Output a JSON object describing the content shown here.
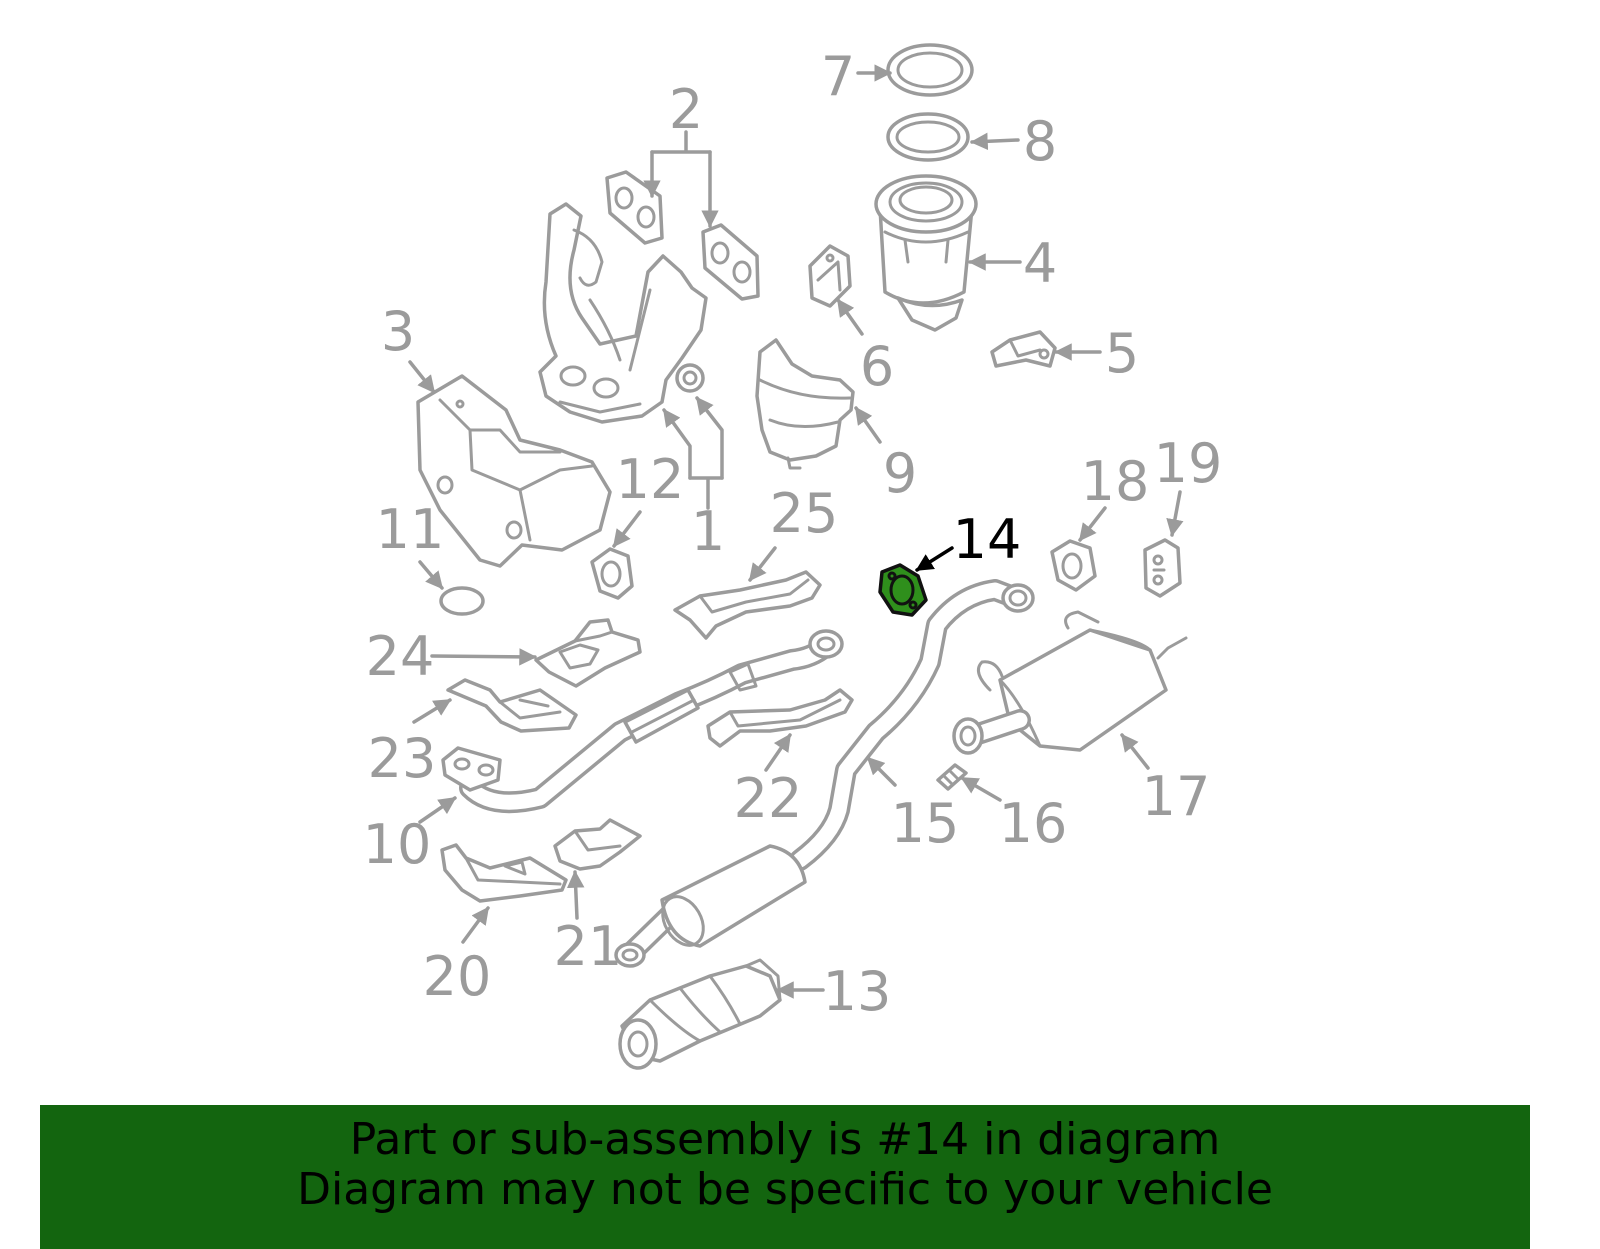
{
  "diagram": {
    "highlighted_callout": 14,
    "callouts": {
      "1": "1",
      "2": "2",
      "3": "3",
      "4": "4",
      "5": "5",
      "6": "6",
      "7": "7",
      "8": "8",
      "9": "9",
      "10": "10",
      "11": "11",
      "12": "12",
      "13": "13",
      "14": "14",
      "15": "15",
      "16": "16",
      "17": "17",
      "18": "18",
      "19": "19",
      "20": "20",
      "21": "21",
      "22": "22",
      "23": "23",
      "24": "24",
      "25": "25"
    }
  },
  "banner": {
    "line1": "Part or sub-assembly is #14 in diagram",
    "line2": "Diagram may not be specific to your vehicle"
  },
  "colors": {
    "line": "#9b9b9b",
    "label": "#9b9b9b",
    "highlight": "#2f8f1c",
    "highlight_label": "#000000",
    "banner": "#13650f",
    "banner_text": "#000000"
  }
}
